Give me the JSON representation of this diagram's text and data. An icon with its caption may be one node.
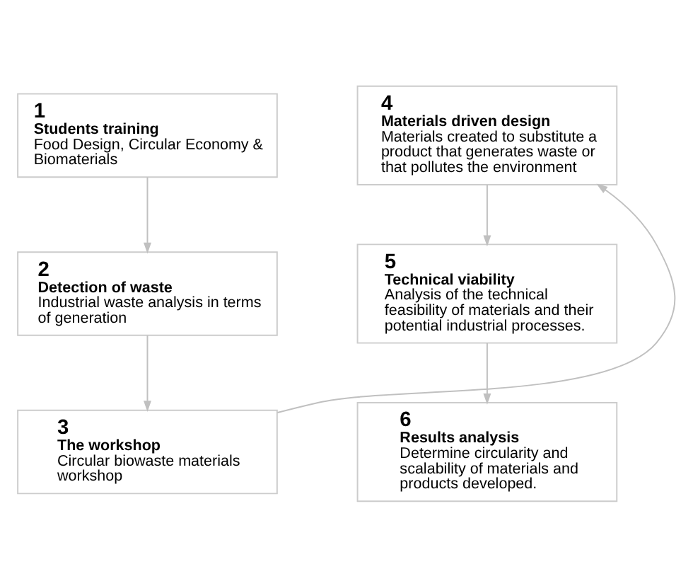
{
  "diagram": {
    "nodes": [
      {
        "text": [
          "1",
          "Students training",
          "Food Design, Circular Economy & Biomaterials"
        ]
      },
      {
        "text": [
          "2",
          "Detection of waste",
          "Industrial waste analysis in terms of generation"
        ]
      },
      {
        "text": [
          "3",
          "The workshop",
          "Circular biowaste materials workshop"
        ]
      },
      {
        "text": [
          "4",
          "Materials driven design",
          "Materials created to substitute a product that generates waste or that pollutes the environment"
        ]
      },
      {
        "text": [
          "5",
          "Technical viability",
          "Analysis of the technical feasibility of materials and their potential industrial processes."
        ]
      },
      {
        "text": [
          "6",
          "Results analysis",
          "Determine circularity and scalability of materials and products developed."
        ]
      }
    ],
    "edges": [
      {
        "from": 0,
        "to": 1,
        "arrow": "to"
      },
      {
        "from": 1,
        "to": 2,
        "arrow": "to"
      },
      {
        "from": 2,
        "to": 3,
        "arrow": "to"
      },
      {
        "from": 3,
        "to": 4,
        "arrow": "to"
      },
      {
        "from": 4,
        "to": 5,
        "arrow": "to"
      }
    ]
  }
}
